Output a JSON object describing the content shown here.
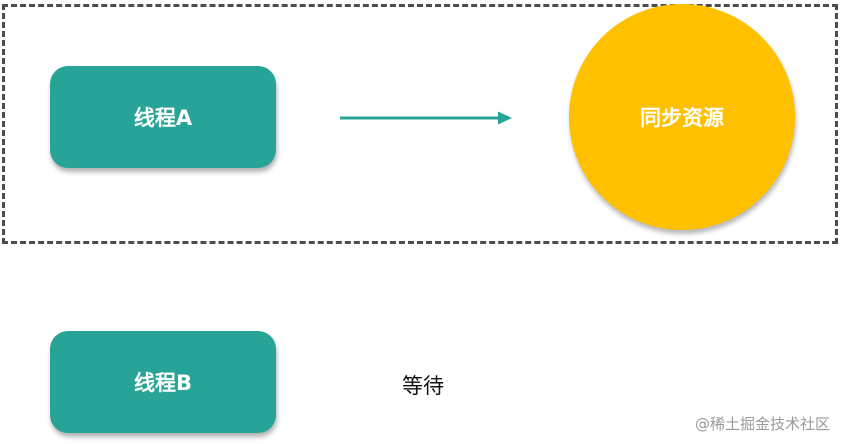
{
  "diagram": {
    "thread_a": {
      "label": "线程A"
    },
    "thread_b": {
      "label": "线程B"
    },
    "resource": {
      "label": "同步资源"
    },
    "wait_label": "等待"
  },
  "watermark": "@稀土掘金技术社区",
  "colors": {
    "thread_fill": "#27a397",
    "resource_fill": "#ffc000",
    "arrow": "#27a397",
    "dashed_border": "#4d4d4d"
  }
}
